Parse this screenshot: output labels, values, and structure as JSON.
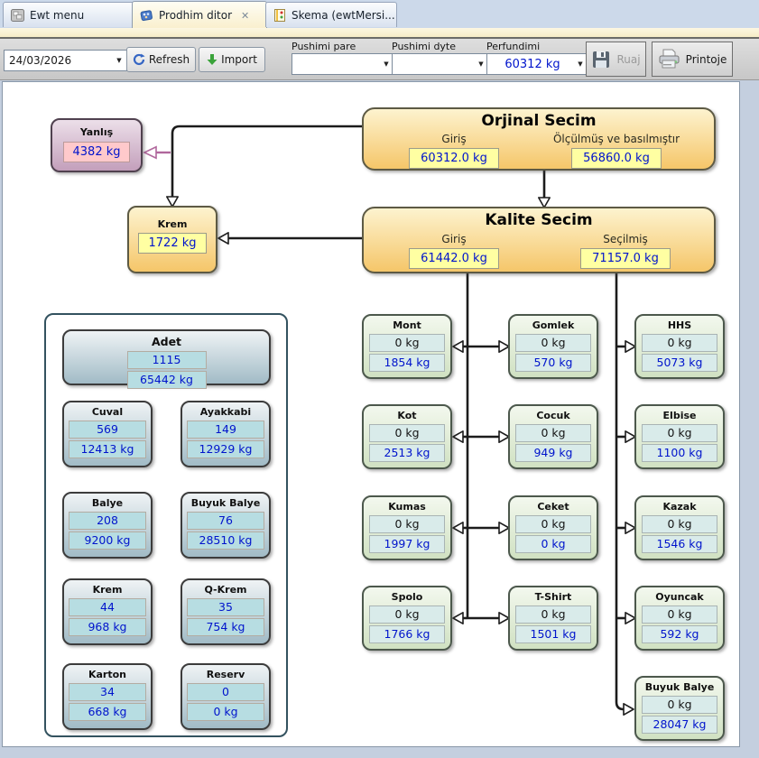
{
  "tabs": [
    {
      "label": "Ewt menu"
    },
    {
      "label": "Prodhim ditor"
    },
    {
      "label": "Skema (ewtMersi..."
    }
  ],
  "toolbar": {
    "date_value": "24/03/2026",
    "refresh_label": "Refresh",
    "import_label": "Import",
    "pushimi_pare_label": "Pushimi pare",
    "pushimi_pare_value": "",
    "pushimi_dyte_label": "Pushimi dyte",
    "pushimi_dyte_value": "",
    "perfundimi_label": "Perfundimi",
    "perfundimi_value": "60312 kg",
    "ruaj_label": "Ruaj",
    "printoje_label": "Printoje"
  },
  "diagram": {
    "yanlis": {
      "title": "Yanlış",
      "value": "4382 kg"
    },
    "orjinal_secim": {
      "title": "Orjinal Secim",
      "giris_label": "Giriş",
      "giris_value": "60312.0 kg",
      "olculmus_label": "Ölçülmüş ve basılmıştır",
      "olculmus_value": "56860.0 kg"
    },
    "krem": {
      "title": "Krem",
      "value": "1722 kg"
    },
    "kalite_secim": {
      "title": "Kalite Secim",
      "giris_label": "Giriş",
      "giris_value": "61442.0 kg",
      "secilmis_label": "Seçilmiş",
      "secilmis_value": "71157.0 kg"
    },
    "adet_panel": {
      "header": {
        "title": "Adet",
        "count": "1115",
        "weight": "65442 kg"
      },
      "items": [
        {
          "title": "Cuval",
          "count": "569",
          "weight": "12413 kg"
        },
        {
          "title": "Ayakkabi",
          "count": "149",
          "weight": "12929 kg"
        },
        {
          "title": "Balye",
          "count": "208",
          "weight": "9200 kg"
        },
        {
          "title": "Buyuk Balye",
          "count": "76",
          "weight": "28510 kg"
        },
        {
          "title": "Krem",
          "count": "44",
          "weight": "968 kg"
        },
        {
          "title": "Q-Krem",
          "count": "35",
          "weight": "754 kg"
        },
        {
          "title": "Karton",
          "count": "34",
          "weight": "668 kg"
        },
        {
          "title": "Reserv",
          "count": "0",
          "weight": "0 kg"
        }
      ]
    },
    "products": [
      {
        "title": "Mont",
        "value1": "0 kg",
        "value2": "1854 kg"
      },
      {
        "title": "Gomlek",
        "value1": "0 kg",
        "value2": "570 kg"
      },
      {
        "title": "HHS",
        "value1": "0 kg",
        "value2": "5073 kg"
      },
      {
        "title": "Kot",
        "value1": "0 kg",
        "value2": "2513 kg"
      },
      {
        "title": "Cocuk",
        "value1": "0 kg",
        "value2": "949 kg"
      },
      {
        "title": "Elbise",
        "value1": "0 kg",
        "value2": "1100 kg"
      },
      {
        "title": "Kumas",
        "value1": "0 kg",
        "value2": "1997 kg"
      },
      {
        "title": "Ceket",
        "value1": "0 kg",
        "value2": "0 kg"
      },
      {
        "title": "Kazak",
        "value1": "0 kg",
        "value2": "1546 kg"
      },
      {
        "title": "Spolo",
        "value1": "0 kg",
        "value2": "1766 kg"
      },
      {
        "title": "T-Shirt",
        "value1": "0 kg",
        "value2": "1501 kg"
      },
      {
        "title": "Oyuncak",
        "value1": "0 kg",
        "value2": "592 kg"
      },
      {
        "title": "Buyuk Balye",
        "value1": "0 kg",
        "value2": "28047 kg"
      }
    ]
  },
  "colors": {
    "accent_blue": "#0014cc",
    "box_orange": "#f5c669",
    "box_green": "#d0e1c2",
    "box_slate": "#a1bbc6",
    "box_pink": "#c39fbb",
    "field_yellow": "#ffffa2",
    "field_teal": "#b7dde2",
    "field_pink": "#ffc9cb",
    "wire_black": "#1c1c1c",
    "wire_pink": "#b0679c"
  }
}
